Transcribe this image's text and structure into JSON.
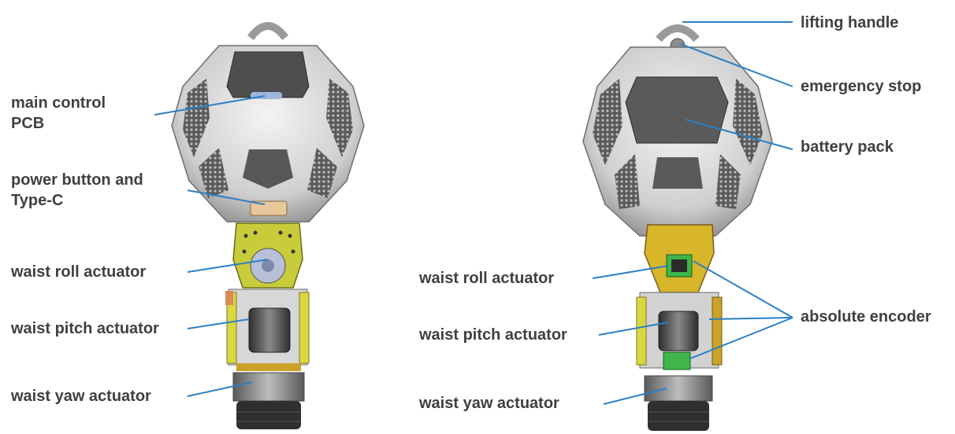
{
  "colors": {
    "label_text": "#404040",
    "leader_line": "#2b7fc4",
    "shell": "#d8d8d8",
    "bracket_yellow": "#c8cc3a",
    "bracket_gold": "#c9a227",
    "bracket_copper": "#d98a55",
    "encoder_green": "#3fb54a",
    "motor_dark": "#3a3a3a"
  },
  "front_view": {
    "labels": {
      "main_control_pcb_line1": "main control",
      "main_control_pcb_line2": "PCB",
      "power_button_line1": "power button and",
      "power_button_line2": "Type-C",
      "waist_roll": "waist roll actuator",
      "waist_pitch": "waist pitch actuator",
      "waist_yaw": "waist yaw actuator"
    }
  },
  "back_view": {
    "labels": {
      "lifting_handle": "lifting handle",
      "emergency_stop": "emergency stop",
      "battery_pack": "battery pack",
      "absolute_encoder": "absolute encoder",
      "waist_roll": "waist roll actuator",
      "waist_pitch": "waist pitch actuator",
      "waist_yaw": "waist yaw actuator"
    }
  }
}
